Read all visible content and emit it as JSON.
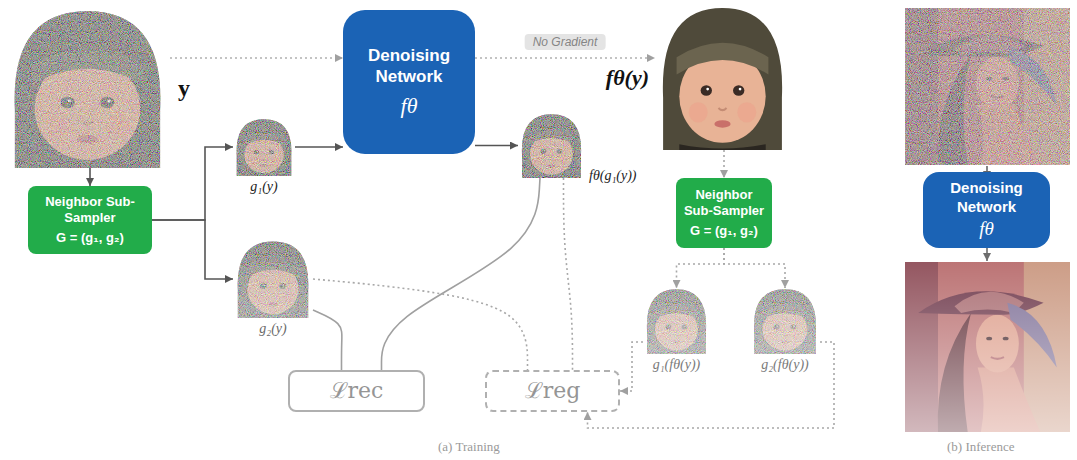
{
  "diagram": {
    "nodes": [
      {
        "text": [
          "y"
        ]
      },
      {
        "text": [
          "Neighbor Sub-Sampler",
          "G = (g₁, g₂)"
        ]
      },
      {
        "text": [
          "g₁(y)"
        ]
      },
      {
        "text": [
          "g₂(y)"
        ]
      },
      {
        "text": [
          "Denoising Network",
          "fθ"
        ]
      },
      {
        "text": [
          "fθ(g₁(y))"
        ]
      },
      {
        "text": [
          "fθ(y)"
        ]
      },
      {
        "text": [
          "Neighbor Sub-Sampler",
          "G = (g₁, g₂)"
        ]
      },
      {
        "text": [
          "g₁(fθ(y))"
        ]
      },
      {
        "text": [
          "g₂(fθ(y))"
        ]
      },
      {
        "text": [
          "ℒrec"
        ]
      },
      {
        "text": [
          "ℒreg"
        ]
      },
      {
        "text": [
          "Denoising Network",
          "fθ"
        ]
      }
    ],
    "edges": [
      {
        "from": 0,
        "to": 1,
        "arrow": "to"
      },
      {
        "from": 1,
        "to": 2,
        "arrow": "to"
      },
      {
        "from": 1,
        "to": 3,
        "arrow": "to"
      },
      {
        "from": 2,
        "to": 4,
        "arrow": "to"
      },
      {
        "from": 4,
        "to": 5,
        "arrow": "to"
      },
      {
        "from": 4,
        "to": 6,
        "label": "No Gradient",
        "arrow": "to"
      },
      {
        "from": 0,
        "to": 4,
        "arrow": "to"
      },
      {
        "from": 6,
        "to": 7,
        "arrow": "to"
      },
      {
        "from": 7,
        "to": 8,
        "arrow": "to"
      },
      {
        "from": 7,
        "to": 9,
        "arrow": "to"
      },
      {
        "from": 3,
        "to": 10,
        "arrow": "none"
      },
      {
        "from": 5,
        "to": 10,
        "arrow": "none"
      },
      {
        "from": 3,
        "to": 11,
        "arrow": "none"
      },
      {
        "from": 5,
        "to": 11,
        "arrow": "none"
      },
      {
        "from": 8,
        "to": 11,
        "arrow": "to"
      },
      {
        "from": 9,
        "to": 11,
        "arrow": "to"
      }
    ],
    "labels": [
      "(a) Training",
      "(b) Inference"
    ]
  }
}
